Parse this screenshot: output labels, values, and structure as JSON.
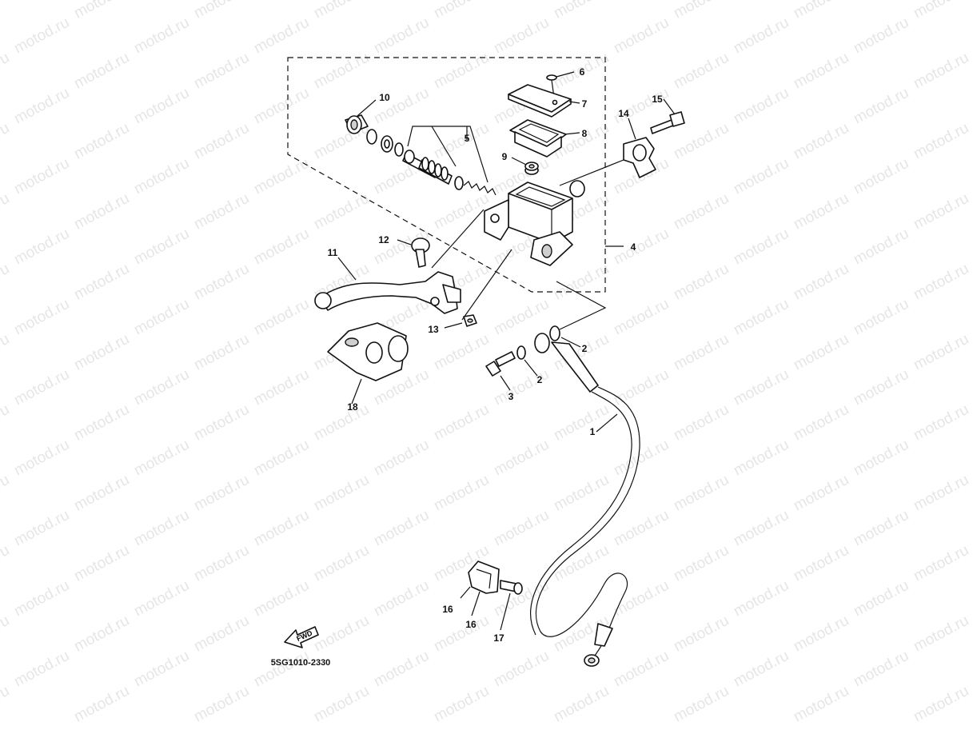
{
  "watermark": "motod.ru",
  "diagram_code": "5SG1010-2330",
  "fwd_label": "FWD",
  "labels": {
    "p1": "1",
    "p2a": "2",
    "p2b": "2",
    "p3": "3",
    "p4": "4",
    "p5": "5",
    "p6": "6",
    "p7": "7",
    "p8": "8",
    "p9": "9",
    "p10": "10",
    "p11": "11",
    "p12": "12",
    "p13": "13",
    "p14": "14",
    "p15": "15",
    "p16a": "16",
    "p16b": "16",
    "p17": "17",
    "p18": "18"
  }
}
